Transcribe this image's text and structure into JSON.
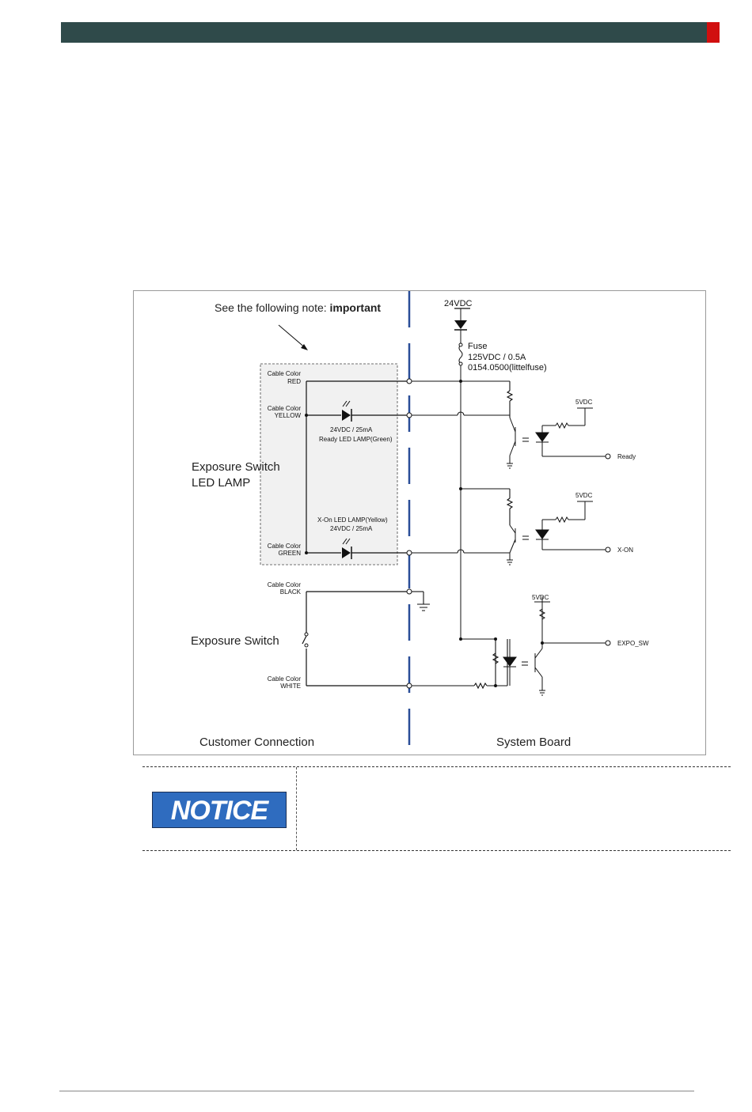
{
  "colors": {
    "header": "#2f4a4a",
    "header_accent": "#d10f0f",
    "notice": "#2f6cbf",
    "divider_line": "#2a4e98"
  },
  "diagram": {
    "note": "See the following note: ",
    "note_bold": "important",
    "supply": "24VDC",
    "fuse": {
      "label": "Fuse",
      "rating": "125VDC / 0.5A",
      "part": "0154.0500(littelfuse)"
    },
    "cable_color_label": "Cable Color",
    "cables": {
      "red": "RED",
      "yellow": "YELLOW",
      "green": "GREEN",
      "black": "BLACK",
      "white": "WHITE"
    },
    "ready_lamp": {
      "rating": "24VDC / 25mA",
      "name": "Ready LED LAMP(Green)"
    },
    "xon_lamp": {
      "name": "X-On LED LAMP(Yellow)",
      "rating": "24VDC / 25mA"
    },
    "group_led_lamp": [
      "Exposure  Switch",
      "LED LAMP"
    ],
    "group_switch": "Exposure Switch",
    "vcc": "5VDC",
    "outputs": {
      "ready": "Ready",
      "xon": "X-ON",
      "expo": "EXPO_SW"
    },
    "section_customer": "Customer Connection",
    "section_system": "System Board"
  },
  "notice": {
    "badge": "NOTICE"
  }
}
